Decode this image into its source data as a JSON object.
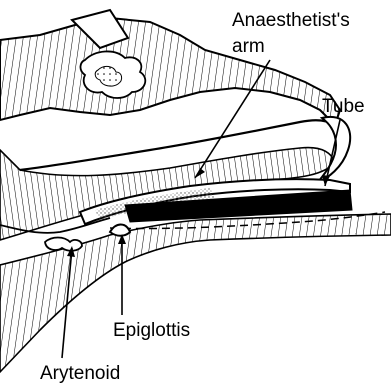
{
  "labels": {
    "anaesthetist_arm_line1": "Anaesthetist's",
    "anaesthetist_arm_line2": "arm",
    "tube": "Tube",
    "epiglottis": "Epiglottis",
    "arytenoid": "Arytenoid"
  },
  "colors": {
    "ink": "#000000",
    "paper": "#ffffff",
    "tube_fill": "#000000",
    "stipple": "#9a9a9a"
  }
}
